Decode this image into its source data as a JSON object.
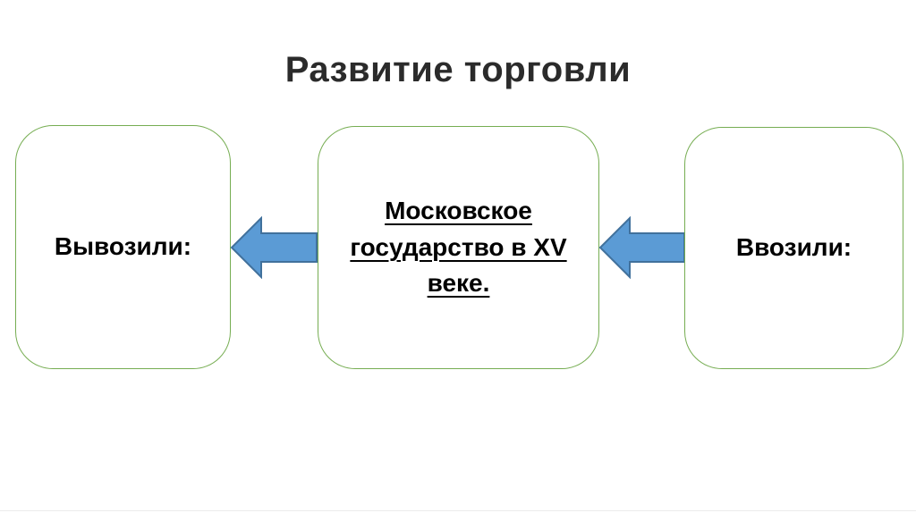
{
  "title": "Развитие торговли",
  "boxes": {
    "left": {
      "label": "Вывозили:"
    },
    "center": {
      "label": "Московское государство в XV веке.",
      "underlined": true
    },
    "right": {
      "label": "Ввозили:"
    }
  },
  "arrows": [
    {
      "name": "arrow-center-to-left",
      "direction": "left",
      "from": "center-box",
      "to": "left-box"
    },
    {
      "name": "arrow-right-to-center",
      "direction": "left",
      "from": "right-box",
      "to": "center-box"
    }
  ],
  "colors": {
    "background": "#ffffff",
    "box_border_green": "#76AD52",
    "arrow_fill_blue": "#5B9BD5",
    "arrow_stroke_blue": "#41719C",
    "title_text": "#2b2b2b",
    "box_text": "#000000"
  }
}
